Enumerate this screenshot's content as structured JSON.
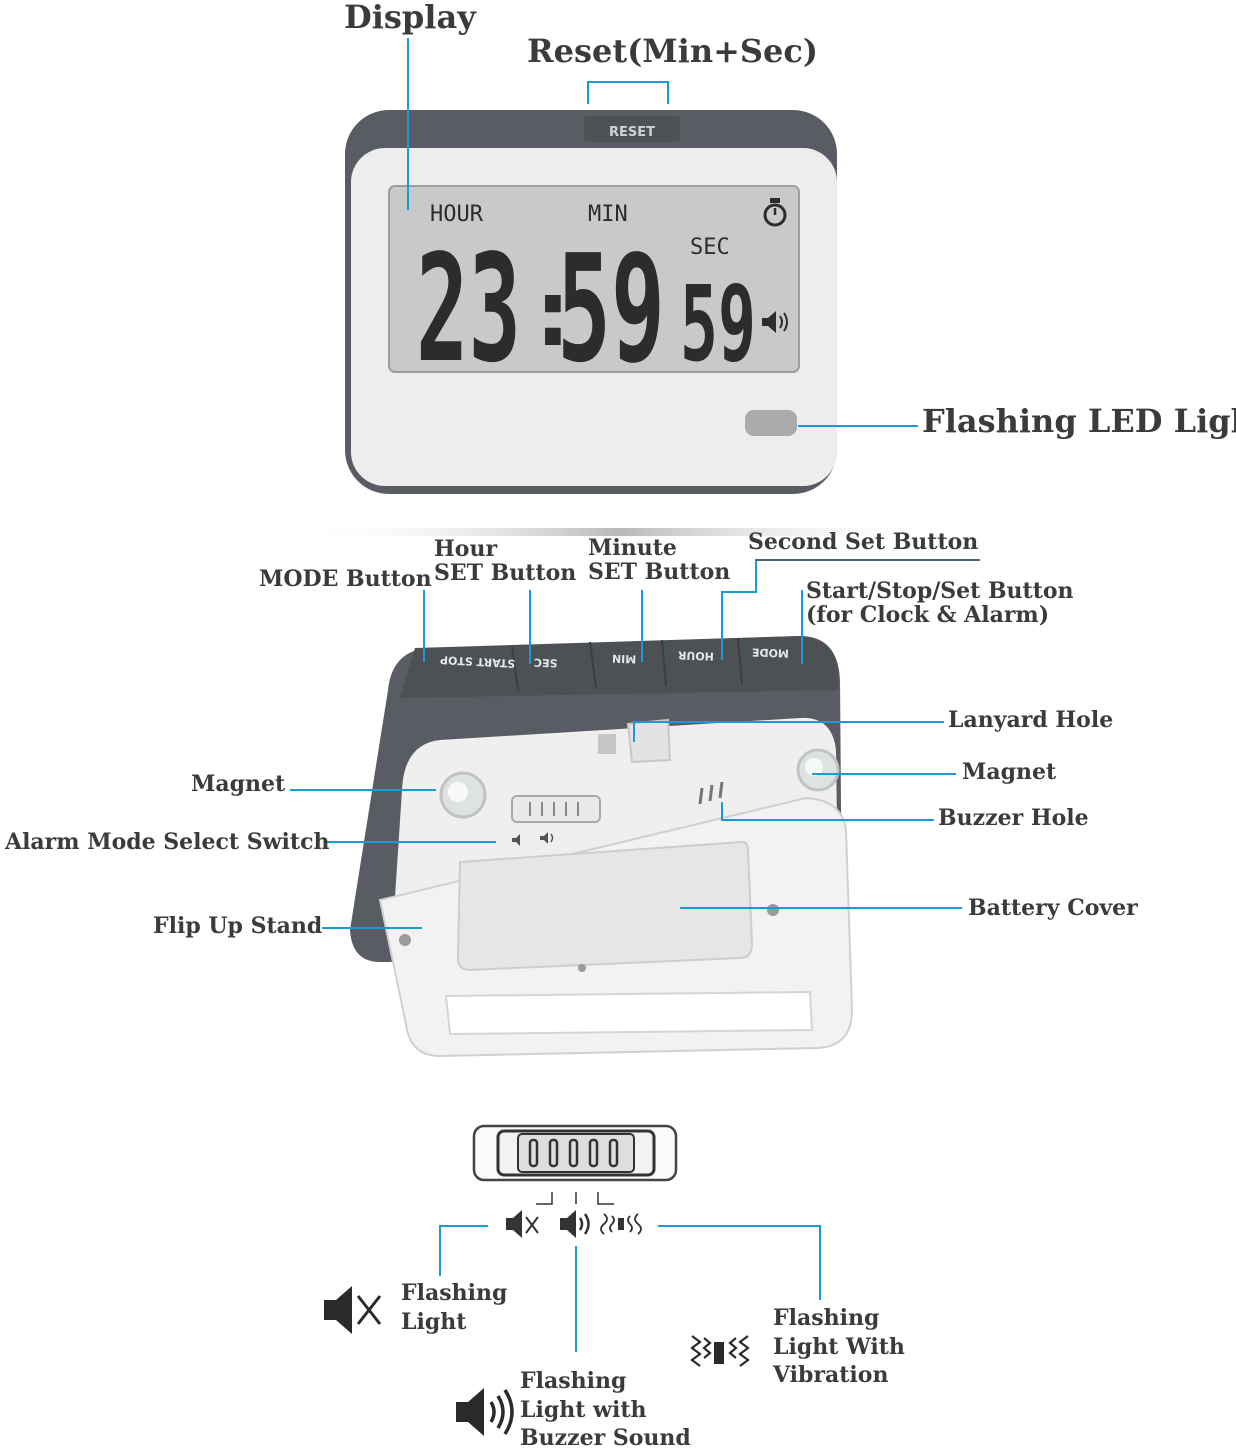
{
  "labels": {
    "display": "Display",
    "reset": "Reset(Min+Sec)",
    "flashing_led": "Flashing LED Light",
    "mode_button": "MODE Button",
    "hour_set": "Hour\nSET Button",
    "minute_set": "Minute\nSET Button",
    "second_set": "Second Set Button",
    "start_stop_set": "Start/Stop/Set Button\n(for Clock & Alarm)",
    "lanyard_hole": "Lanyard Hole",
    "magnet_left": "Magnet",
    "magnet_right": "Magnet",
    "buzzer_hole": "Buzzer Hole",
    "alarm_mode_switch": "Alarm Mode Select Switch",
    "battery_cover": "Battery Cover",
    "flip_up_stand": "Flip Up Stand",
    "mode_light": "Flashing\nLight",
    "mode_buzzer": "Flashing\nLight with\nBuzzer Sound",
    "mode_vibration": "Flashing\nLight With\nVibration"
  },
  "device": {
    "reset_text": "RESET",
    "lcd_hour_label": "HOUR",
    "lcd_min_label": "MIN",
    "lcd_sec_label": "SEC",
    "lcd_hours": "23",
    "lcd_colon": ":",
    "lcd_minutes": "59",
    "lcd_seconds": "59",
    "rear_buttons": [
      "START STOP",
      "SEC",
      "MIN",
      "HOUR",
      "MODE"
    ]
  },
  "icons": {
    "stopwatch": "stopwatch-icon",
    "speaker": "speaker-icon",
    "mute": "mute-icon",
    "vibration": "vibration-icon"
  },
  "colors": {
    "leader_line": "#1a9ad6",
    "label_text": "#3b3b3b",
    "device_frame": "#595d63",
    "device_face": "#eeeeee",
    "lcd_bg": "#c9cbcb",
    "lcd_digit": "#2c2c2c"
  }
}
